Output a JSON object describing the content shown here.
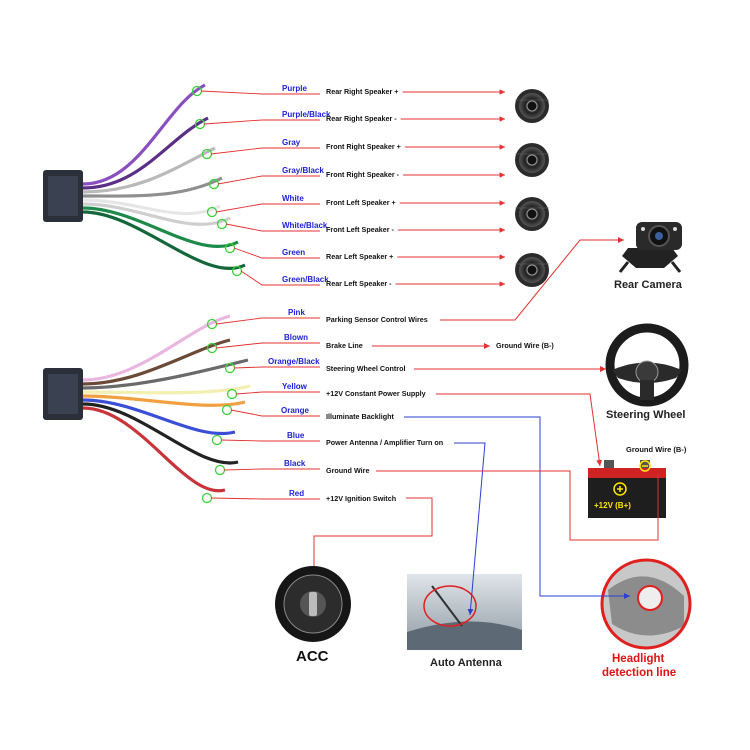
{
  "top_wires": [
    {
      "color": "Purple",
      "function": "Rear Right Speaker +",
      "hex": "#8a4fbf"
    },
    {
      "color": "Purple/Black",
      "function": "Rear Right Speaker -",
      "hex": "#5b2f86"
    },
    {
      "color": "Gray",
      "function": "Front Right Speaker +",
      "hex": "#b9b9b9"
    },
    {
      "color": "Gray/Black",
      "function": "Front Right Speaker -",
      "hex": "#8f8f8f"
    },
    {
      "color": "White",
      "function": "Front Left Speaker +",
      "hex": "#e6e6e6"
    },
    {
      "color": "White/Black",
      "function": "Front Left Speaker -",
      "hex": "#cfcfcf"
    },
    {
      "color": "Green",
      "function": "Rear Left Speaker +",
      "hex": "#1e8a4a"
    },
    {
      "color": "Green/Black",
      "function": "Rear Left Speaker -",
      "hex": "#14673a"
    }
  ],
  "bottom_wires": [
    {
      "color": "Pink",
      "function": "Parking Sensor Control Wires",
      "hex": "#e9b6e0"
    },
    {
      "color": "Blown",
      "function": "Brake Line",
      "hex": "#6b4a38"
    },
    {
      "color": "Orange/Black",
      "function": "Steering Wheel Control",
      "hex": "#6a6a6a"
    },
    {
      "color": "Yellow",
      "function": "+12V Constant Power Supply",
      "hex": "#f2efb0"
    },
    {
      "color": "Orange",
      "function": "Illuminate Backlight",
      "hex": "#f0a040"
    },
    {
      "color": "Blue",
      "function": "Power Antenna / Amplifier Turn on",
      "hex": "#3b4fd6"
    },
    {
      "color": "Black",
      "function": "Ground Wire",
      "hex": "#222222"
    },
    {
      "color": "Red",
      "function": "+12V  Ignition Switch",
      "hex": "#c8343a"
    }
  ],
  "brake_target": "Ground Wire (B-)",
  "devices": {
    "rear_camera": "Rear Camera",
    "steering_wheel": "Steering Wheel",
    "battery_ground": "Ground Wire (B-)",
    "battery_plus": "+12V  (B+)",
    "acc": "ACC",
    "auto_antenna": "Auto Antenna",
    "headlight_line1": "Headlight",
    "headlight_line2": "detection line"
  },
  "colors": {
    "wire_label": "#1f22d6",
    "guide_line": "#e53030",
    "marker_ring": "#3ccf3c",
    "backlight_line": "#2a3fd0"
  },
  "icons": [
    "speaker-icon",
    "camera-icon",
    "steering-wheel-icon",
    "battery-icon",
    "ignition-key-icon",
    "antenna-icon",
    "headlight-icon",
    "connector-icon"
  ]
}
